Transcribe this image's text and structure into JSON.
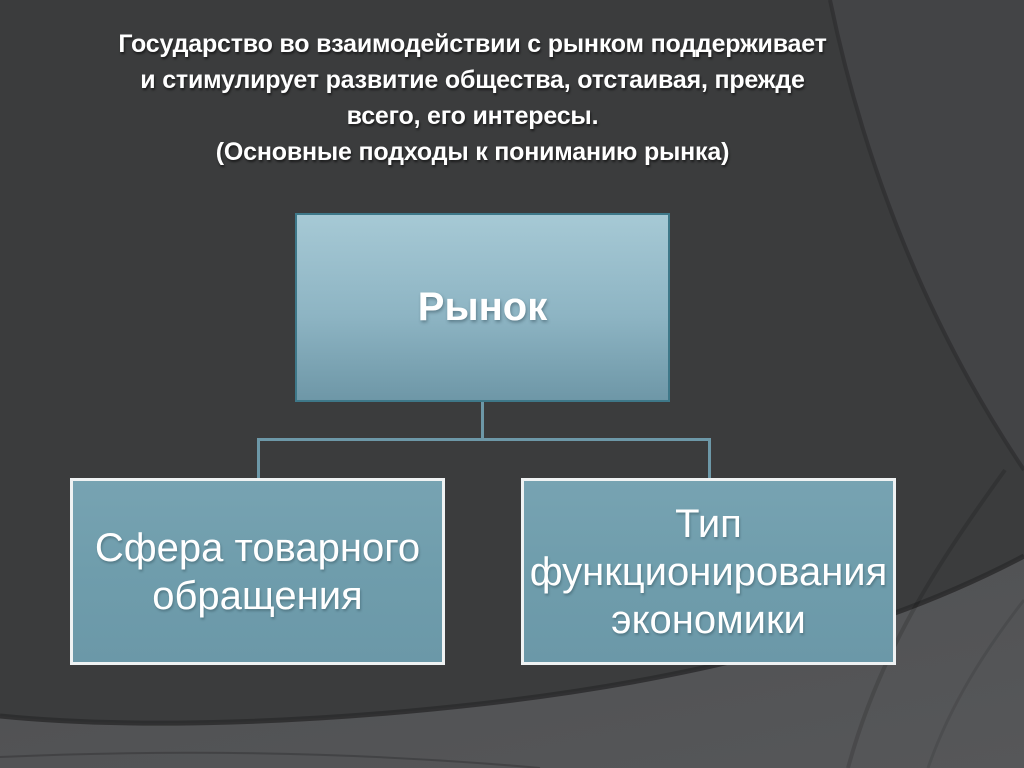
{
  "slide": {
    "title": {
      "lines": [
        "Государство во взаимодействии с рынком поддерживает",
        "и стимулирует развитие общества, отстаивая, прежде",
        "всего, его интересы.",
        "(Основные подходы к пониманию рынка)"
      ]
    },
    "diagram": {
      "root": {
        "label": "Рынок"
      },
      "children": [
        {
          "label": "Сфера товарного обращения"
        },
        {
          "label": "Тип функционирования экономики"
        }
      ]
    },
    "colors": {
      "background": "#3b3c3d",
      "background_light_swoosh": "#525355",
      "background_right_region": "#434446",
      "root_box_gradient_top": "#a6c9d5",
      "root_box_gradient_bottom": "#6e97a7",
      "root_box_border": "#3e7889",
      "child_box_fill": "#6f9dac",
      "child_box_border": "#eff2f3",
      "connector": "#6d98a8",
      "text": "#ffffff"
    }
  }
}
